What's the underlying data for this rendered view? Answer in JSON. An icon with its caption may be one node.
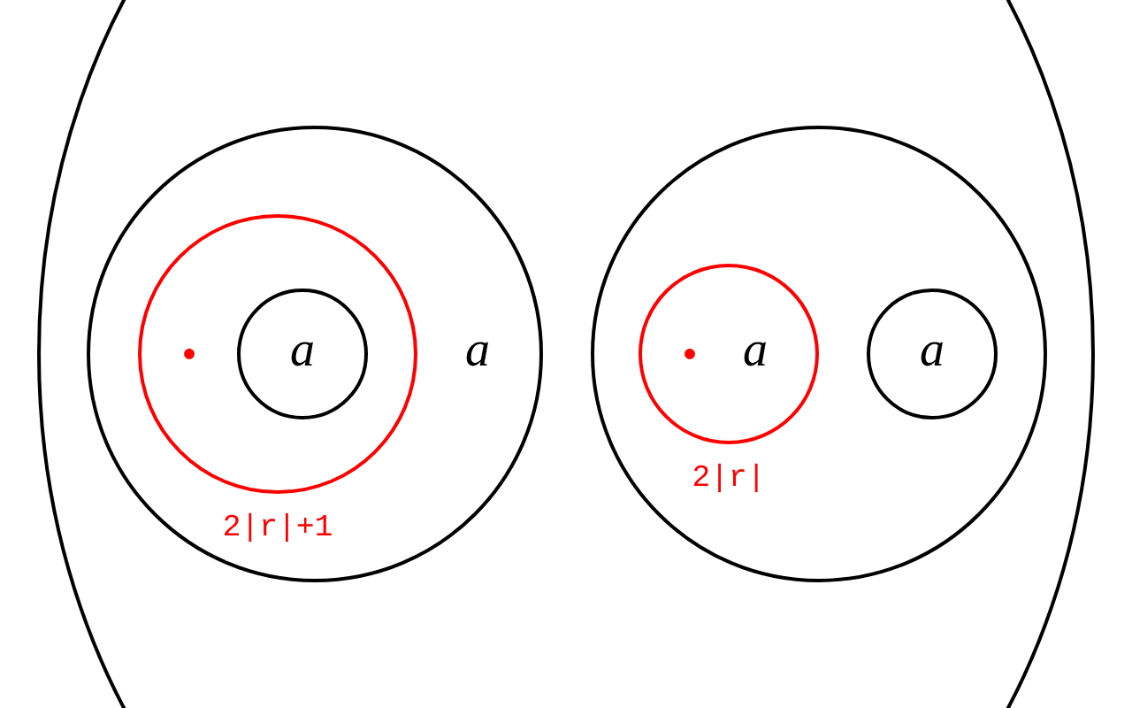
{
  "diagram": {
    "nodes": [
      {
        "text": [],
        "shape": "ellipse"
      },
      {
        "text": [
          "a"
        ],
        "in": 0
      },
      {
        "text": [],
        "shape": "circle",
        "in": 1,
        "beside": [
          "2|r|+1"
        ]
      },
      {
        "text": [
          "a"
        ],
        "in": 2
      },
      {
        "text": [],
        "shape": "circle",
        "in": 0
      },
      {
        "text": [
          "a"
        ],
        "in": 4,
        "beside": [
          "2|r|"
        ]
      },
      {
        "text": [
          "a"
        ],
        "in": 4
      }
    ]
  }
}
